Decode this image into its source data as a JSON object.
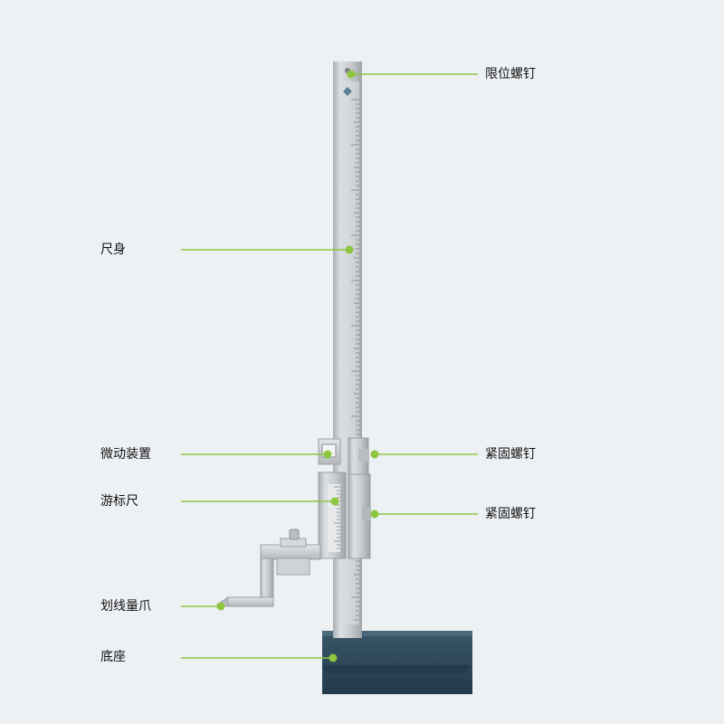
{
  "labels": {
    "limit_screw": "限位螺钉",
    "ruler_body": "尺身",
    "fine_adjust": "微动装置",
    "lock_screw_upper": "紧固螺钉",
    "vernier": "游标尺",
    "lock_screw_lower": "紧固螺钉",
    "scriber": "划线量爪",
    "base": "底座"
  },
  "colors": {
    "background": "#eef1f4",
    "leader": "#8dc63f",
    "text": "#111111",
    "steel": "#c9cdd0",
    "base": "#2f4a5c"
  }
}
